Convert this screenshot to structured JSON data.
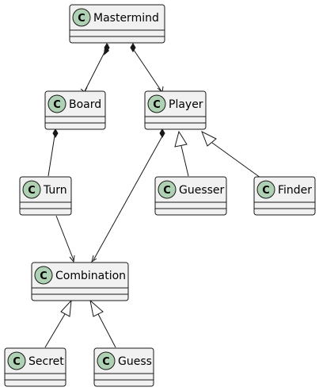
{
  "diagram": {
    "type": "uml-class-diagram",
    "colors": {
      "background": "#ffffff",
      "class_fill": "#f1f1f1",
      "class_border": "#181818",
      "stereotype_circle": "#add1b2",
      "edge": "#181818"
    },
    "classes": {
      "mastermind": {
        "letter": "C",
        "name": "Mastermind"
      },
      "board": {
        "letter": "C",
        "name": "Board"
      },
      "player": {
        "letter": "C",
        "name": "Player"
      },
      "turn": {
        "letter": "C",
        "name": "Turn"
      },
      "guesser": {
        "letter": "C",
        "name": "Guesser"
      },
      "finder": {
        "letter": "C",
        "name": "Finder"
      },
      "combination": {
        "letter": "C",
        "name": "Combination"
      },
      "secret": {
        "letter": "C",
        "name": "Secret"
      },
      "guess": {
        "letter": "C",
        "name": "Guess"
      }
    },
    "relations": [
      {
        "from": "Mastermind",
        "to": "Board",
        "kind": "composition"
      },
      {
        "from": "Mastermind",
        "to": "Player",
        "kind": "composition"
      },
      {
        "from": "Board",
        "to": "Turn",
        "kind": "composition"
      },
      {
        "from": "Player",
        "to": "Combination",
        "kind": "composition"
      },
      {
        "from": "Turn",
        "to": "Combination",
        "kind": "association"
      },
      {
        "from": "Guesser",
        "to": "Player",
        "kind": "inheritance"
      },
      {
        "from": "Finder",
        "to": "Player",
        "kind": "inheritance"
      },
      {
        "from": "Secret",
        "to": "Combination",
        "kind": "inheritance"
      },
      {
        "from": "Guess",
        "to": "Combination",
        "kind": "inheritance"
      }
    ]
  }
}
